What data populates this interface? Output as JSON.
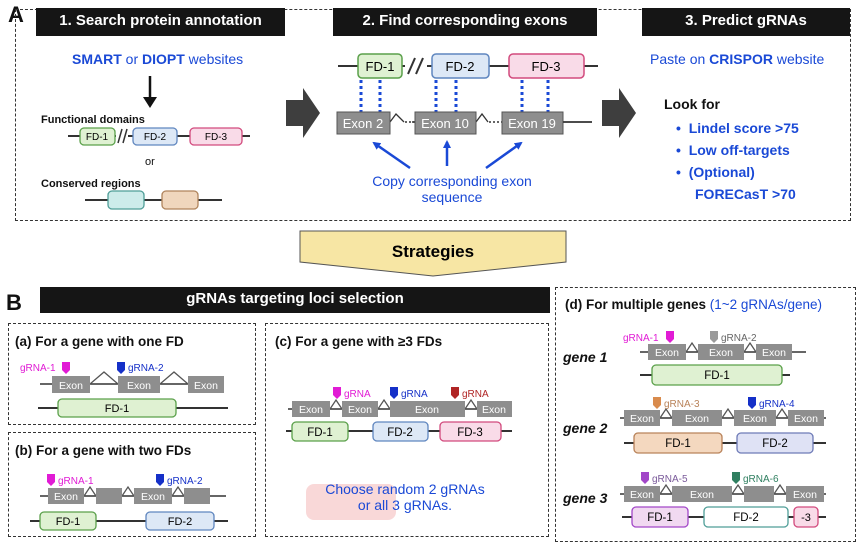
{
  "panelA": {
    "letter": "A",
    "step1": {
      "header": "1. Search protein annotation",
      "websites": {
        "smart": "SMART",
        "or": " or ",
        "diopt": "DIOPT",
        "suffix": " websites"
      },
      "functional_label": "Functional domains",
      "fd1": "FD-1",
      "fd2": "FD-2",
      "fd3": "FD-3",
      "or_text": "or",
      "conserved_label": "Conserved regions"
    },
    "step2": {
      "header": "2. Find corresponding exons",
      "fd1": "FD-1",
      "fd2": "FD-2",
      "fd3": "FD-3",
      "exon_a": "Exon 2",
      "exon_b": "Exon 10",
      "exon_c": "Exon 19",
      "copy_line1": "Copy corresponding exon",
      "copy_line2": "sequence"
    },
    "step3": {
      "header": "3. Predict gRNAs",
      "paste_prefix": "Paste on ",
      "crispor": "CRISPOR",
      "paste_suffix": " website",
      "look_for": "Look for",
      "items": [
        "Lindel score >75",
        "Low off-targets",
        "(Optional)",
        "FORECasT >70"
      ]
    }
  },
  "strategies": "Strategies",
  "panelB": {
    "letter": "B",
    "header": "gRNAs targeting loci selection",
    "a": {
      "title": "(a) For a gene with one FD",
      "grna1": "gRNA-1",
      "grna2": "gRNA-2",
      "exon": "Exon",
      "fd1": "FD-1"
    },
    "b": {
      "title": "(b) For a gene with two FDs",
      "grna1": "gRNA-1",
      "grna2": "gRNA-2",
      "exon": "Exon",
      "fd1": "FD-1",
      "fd2": "FD-2"
    },
    "c": {
      "title": "(c) For a gene with ≥3 FDs",
      "grna": "gRNA",
      "exon": "Exon",
      "fd1": "FD-1",
      "fd2": "FD-2",
      "fd3": "FD-3",
      "note_line1": "Choose random 2 gRNAs",
      "note_line2": "or all 3 gRNAs."
    },
    "d": {
      "title": "(d) For multiple genes",
      "title_suffix": "(1~2 gRNAs/gene)",
      "gene1": "gene 1",
      "gene2": "gene 2",
      "gene3": "gene 3",
      "exon": "Exon",
      "g1": "gRNA-1",
      "g2": "gRNA-2",
      "g3": "gRNA-3",
      "g4": "gRNA-4",
      "g5": "gRNA-5",
      "g6": "gRNA-6",
      "fd1": "FD-1",
      "fd2": "FD-2",
      "fd3short": "-3"
    }
  },
  "colors": {
    "fd1_fill": "#dff1d2",
    "fd1_stroke": "#5aa04a",
    "fd2_fill": "#dde8f6",
    "fd2_stroke": "#5f86bf",
    "fd3_fill": "#f9dbe8",
    "fd3_stroke": "#d24a7d",
    "fd_orange_fill": "#f4d8bf",
    "fd_orange_stroke": "#b9835a",
    "fd_lilac_fill": "#dfe2f5",
    "fd_lilac_stroke": "#6e7bb7",
    "exon_gray": "#8e8e8e",
    "blue_text": "#1a49d6",
    "grna_magenta": "#e11bd5",
    "grna_blue": "#1530c8",
    "grna_red": "#b02525",
    "grna_purple": "#a247c8",
    "grna_green": "#2f7f60",
    "grna_peach": "#d98b4d",
    "grna_gray": "#9a9a9a"
  }
}
